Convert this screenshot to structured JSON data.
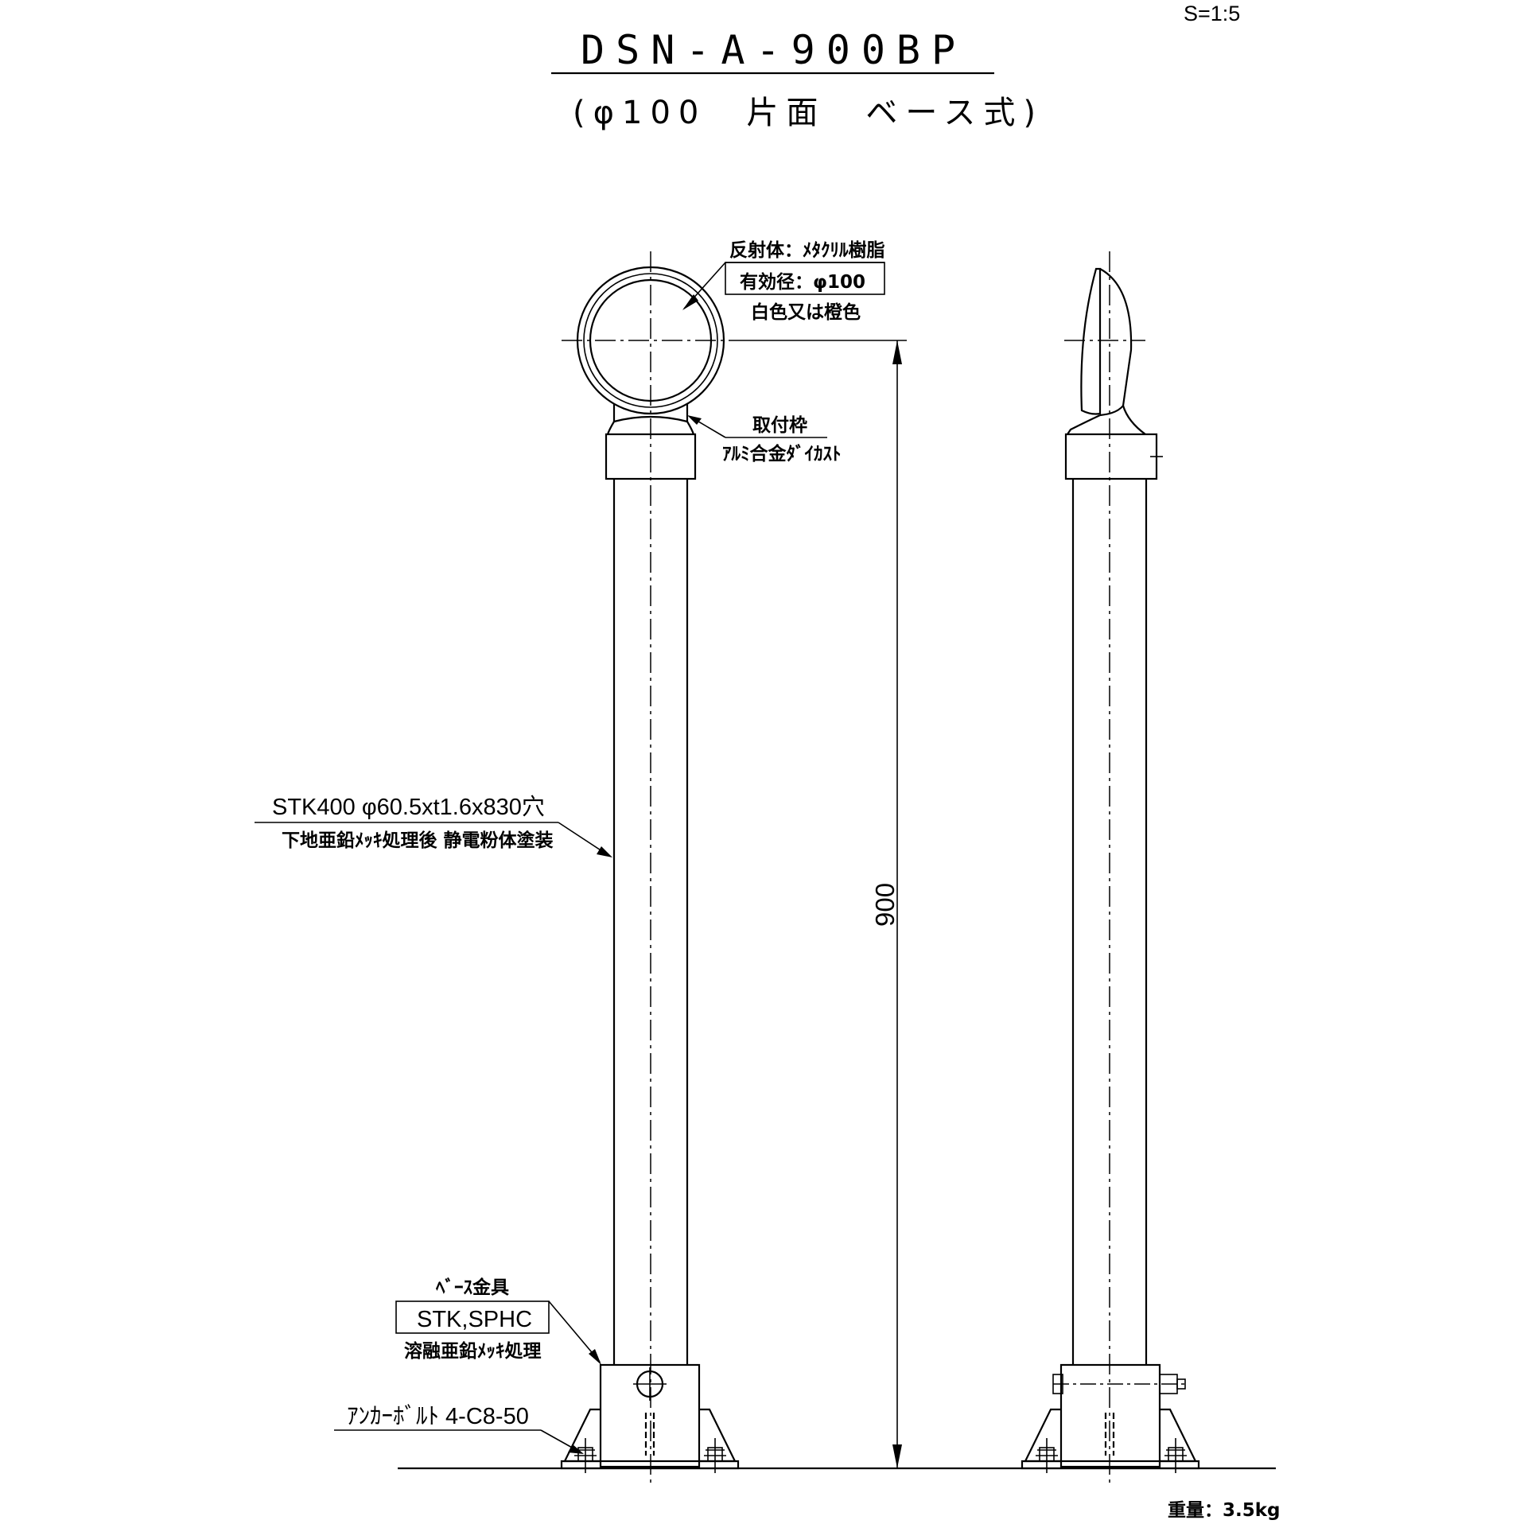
{
  "scale": "S=1:5",
  "title": "DSN-A-900BP",
  "subtitle": "(φ100　片面　ベース式)",
  "reflector": {
    "line1": "反射体：ﾒﾀｸﾘﾙ樹脂",
    "line2": "有効径：φ100",
    "line3": "白色又は橙色"
  },
  "frame": {
    "line1": "取付枠",
    "line2": "ｱﾙﾐ合金ﾀﾞｲｶｽﾄ"
  },
  "pipe": {
    "line1": "STK400 φ60.5xt1.6x830穴",
    "line2": "下地亜鉛ﾒｯｷ処理後 静電粉体塗装"
  },
  "base": {
    "line1": "ﾍﾞｰｽ金具",
    "line2": "STK,SPHC",
    "line3": "溶融亜鉛ﾒｯｷ処理"
  },
  "anchor": "ｱﾝｶｰﾎﾞﾙﾄ 4-C8-50",
  "dimension": "900",
  "weight": "重量：3.5kg"
}
